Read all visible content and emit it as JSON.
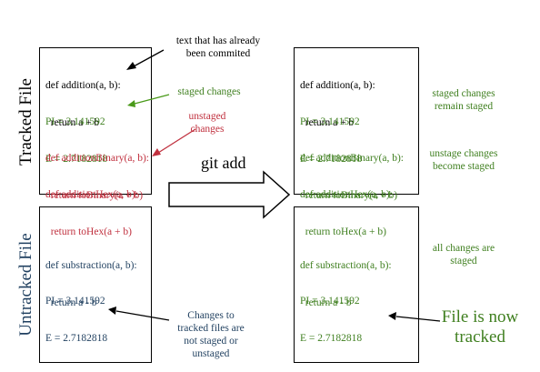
{
  "colors": {
    "committed": "#000000",
    "staged": "#3f7f1f",
    "unstaged": "#c0303e",
    "untracked": "#1f3f5f"
  },
  "side_labels": {
    "tracked": "Tracked File",
    "untracked": "Untracked File"
  },
  "left_tracked_code": {
    "committed": [
      "def addition(a, b):",
      "  return a + b"
    ],
    "staged": [
      "PI = 3.141592",
      "E = 2.7182818"
    ],
    "unstaged": [
      "def additionBinary(a, b):",
      "  return toBinary(a + b)",
      "def additionHex(a, b):",
      "  return toHex(a + b)"
    ]
  },
  "left_untracked_code": [
    "def substraction(a, b):",
    "  return a - b",
    "PI = 3.141592",
    "E = 2.7182818"
  ],
  "right_tracked_code": {
    "committed": [
      "def addition(a, b):",
      "  return a + b"
    ],
    "staged": [
      "PI = 3.141592",
      "E = 2.7182818",
      "def additionBinary(a, b):",
      "  return toBinary(a + b)",
      "def additionHex(a, b):",
      "  return toHex(a + b)"
    ]
  },
  "right_untracked_code": [
    "def substraction(a, b):",
    "  return a - b",
    "PI = 3.141592",
    "E = 2.7182818"
  ],
  "annotations": {
    "committed": [
      "text that has already",
      "been commited"
    ],
    "staged": "staged changes",
    "unstaged": [
      "unstaged",
      "changes"
    ],
    "remain_staged": [
      "staged changes",
      "remain staged"
    ],
    "become_staged": [
      "unstage changes",
      "become staged"
    ],
    "all_staged": [
      "all changes are",
      "staged"
    ],
    "not_staged": [
      "Changes to",
      "tracked files are",
      "not staged or",
      "unstaged"
    ],
    "now_tracked": [
      "File is now",
      "tracked"
    ]
  },
  "git_add_label": "git add"
}
